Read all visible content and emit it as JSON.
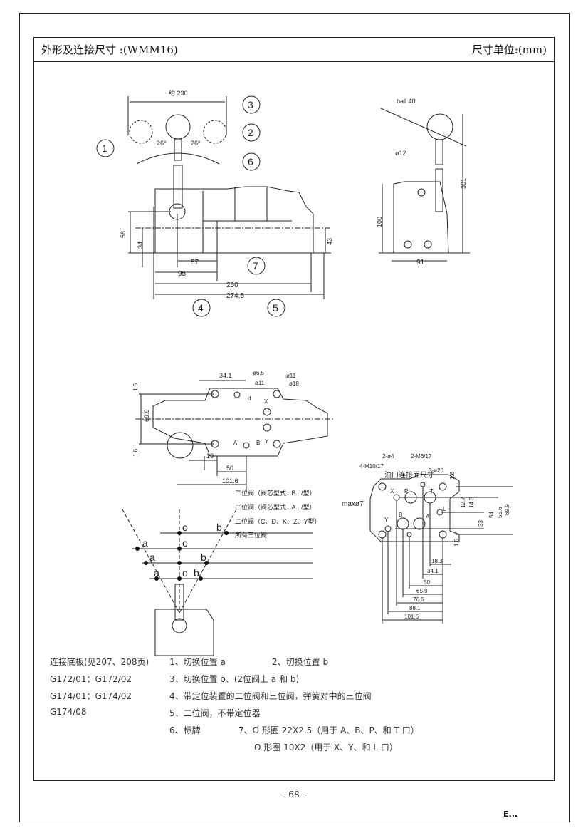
{
  "header": {
    "title": "外形及连接尺寸 :(WMM16)",
    "unit": "尺寸单位:(mm)"
  },
  "drawing_front": {
    "dims": [
      "约 230",
      "26°",
      "26°",
      "58",
      "34",
      "57",
      "95",
      "250",
      "274.5",
      "43"
    ],
    "callouts": [
      "1",
      "2",
      "3",
      "4",
      "5",
      "6",
      "7"
    ]
  },
  "drawing_side": {
    "dims": [
      "ball 40",
      "ø12",
      "301",
      "100",
      "91"
    ]
  },
  "drawing_top": {
    "dims": [
      "34.1",
      "ø6.5",
      "ø11",
      "ø11",
      "ø18",
      "1.6",
      "69.9",
      "1.6",
      "19",
      "50",
      "101.6"
    ],
    "ports": [
      "X",
      "A",
      "B",
      "Y",
      "d"
    ]
  },
  "legend_types": [
    "二位阀（阀芯型式...B.../型）",
    "二位阀（阀芯型式...A.../型）",
    "二位阀（C、D、K、Z、Y型）",
    "所有三位阀"
  ],
  "position_labels": [
    "o",
    "b",
    "a",
    "o",
    "a",
    "b",
    "a",
    "o",
    "b"
  ],
  "mounting_face": {
    "title": "油口连接面尺寸",
    "labels": [
      "4-M10/17",
      "2-ø4",
      "2-M6/17",
      "3-ø20",
      "maxø7",
      "X",
      "P",
      "T",
      "L",
      "B",
      "A",
      "Y"
    ],
    "dims_v": [
      "1.6",
      "12.7",
      "14.3",
      "33",
      "54",
      "55.6",
      "69.9",
      "1.6"
    ],
    "dims_h": [
      "18.3",
      "34.1",
      "50",
      "65.9",
      "76.6",
      "88.1",
      "101.6"
    ]
  },
  "notes": {
    "left": [
      "连接底板(见207、208页)",
      "G172/01；G172/02",
      "G174/01；G174/02",
      "G174/08"
    ],
    "items": [
      "1、切换位置 a",
      "2、切换位置 b",
      "3、切换位置 o、(2位阀上 a 和 b)",
      "4、带定位装置的二位阀和三位阀，弹簧对中的三位阀",
      "5、二位阀，不带定位器",
      "6、标牌",
      "7、O 形圈 22X2.5（用于 A、B、P、和 T 口）",
      "O 形圈 10X2（用于 X、Y、和 L 口）"
    ]
  },
  "footer": {
    "page": "- 68 -",
    "logo": "E..."
  }
}
